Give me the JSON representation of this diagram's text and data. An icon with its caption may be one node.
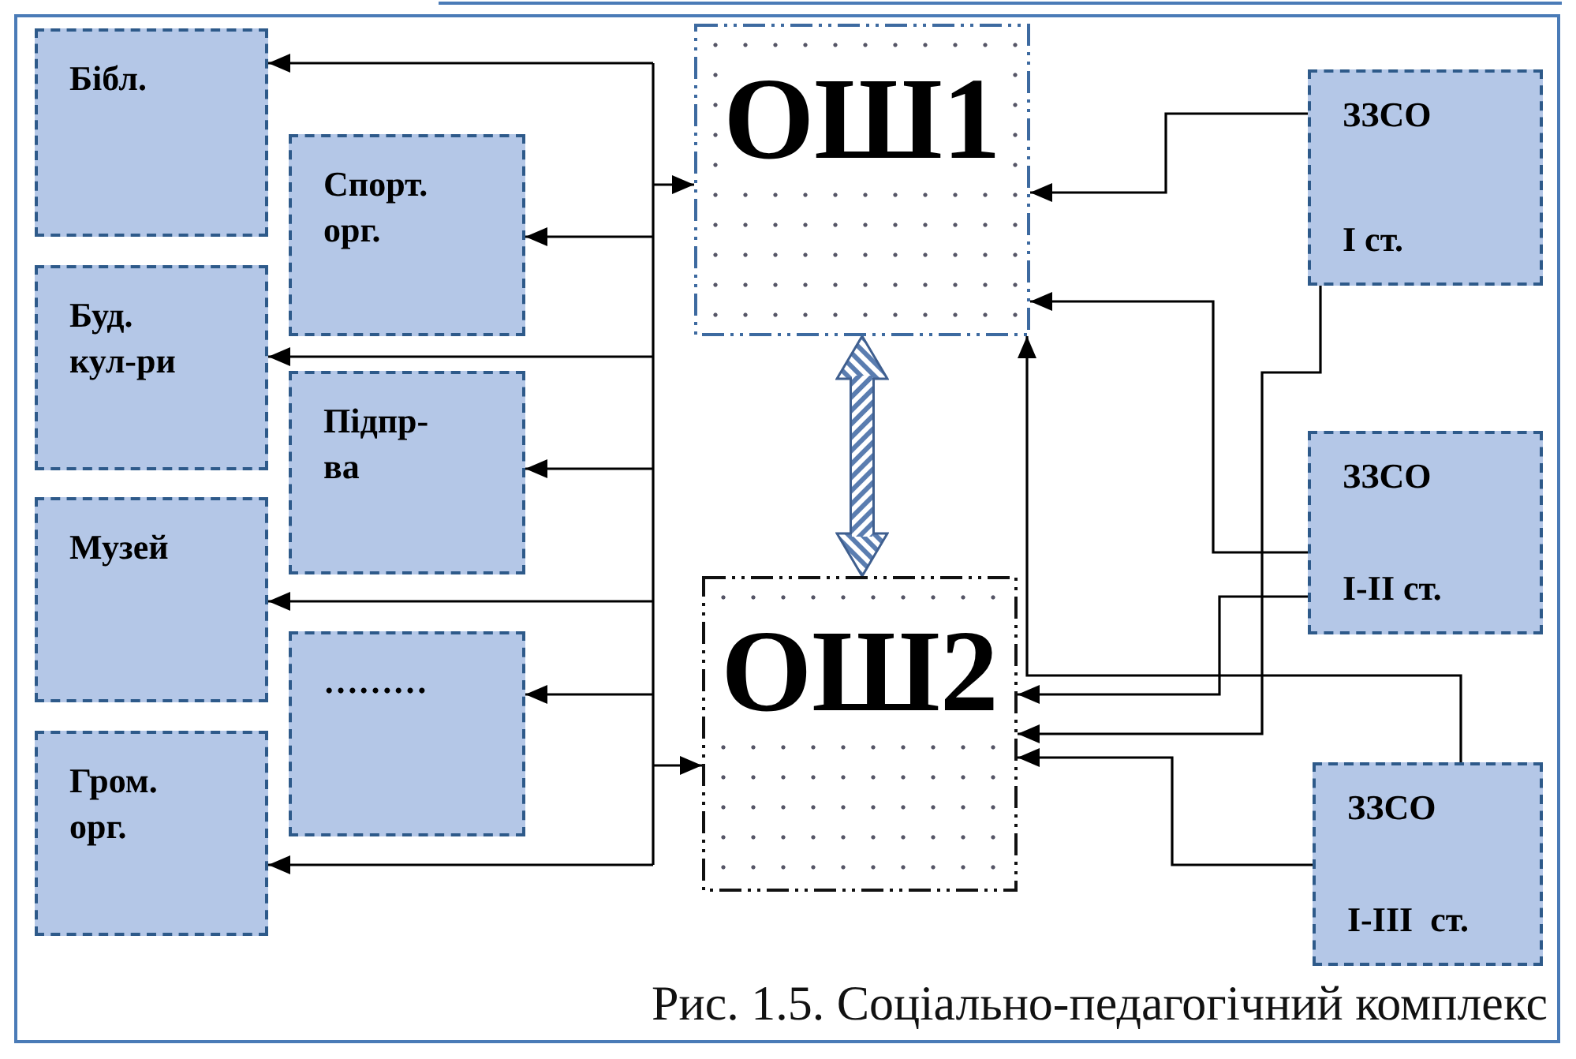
{
  "diagram": {
    "caption": "Рис. 1.5. Соціально-педагогічний комплекс",
    "nodes": [
      {
        "text": [
          "Бібл."
        ]
      },
      {
        "text": [
          "Спорт. орг."
        ]
      },
      {
        "text": [
          "Буд. кул-ри"
        ]
      },
      {
        "text": [
          "Підпр-ва"
        ]
      },
      {
        "text": [
          "Музей"
        ]
      },
      {
        "text": [
          "………"
        ]
      },
      {
        "text": [
          "Гром. орг."
        ]
      },
      {
        "text": [
          "ОШ1"
        ]
      },
      {
        "text": [
          "ОШ2"
        ]
      },
      {
        "text": [
          "ЗЗСО",
          "I ст."
        ]
      },
      {
        "text": [
          "ЗЗСО",
          "I-II ст."
        ]
      },
      {
        "text": [
          "ЗЗСО",
          "I-III  ст."
        ]
      }
    ],
    "edges": [
      {
        "from": null,
        "to": 0,
        "arrow": "to"
      },
      {
        "from": null,
        "to": 7,
        "arrow": "to"
      },
      {
        "from": null,
        "to": 1,
        "arrow": "to"
      },
      {
        "from": null,
        "to": 2,
        "arrow": "to"
      },
      {
        "from": null,
        "to": 3,
        "arrow": "to"
      },
      {
        "from": null,
        "to": 4,
        "arrow": "to"
      },
      {
        "from": null,
        "to": 5,
        "arrow": "to"
      },
      {
        "from": null,
        "to": 8,
        "arrow": "to"
      },
      {
        "from": null,
        "to": 6,
        "arrow": "to"
      },
      {
        "from": 9,
        "to": 7,
        "arrow": "to"
      },
      {
        "from": 10,
        "to": 7,
        "arrow": "to"
      },
      {
        "from": 11,
        "to": 7,
        "arrow": "to"
      },
      {
        "from": 10,
        "to": 8,
        "arrow": "to"
      },
      {
        "from": 9,
        "to": 8,
        "arrow": "to"
      },
      {
        "from": 11,
        "to": 8,
        "arrow": "to"
      },
      {
        "from": 7,
        "to": 8,
        "arrow": "both",
        "style": "thick",
        "color": "#3f5f8f"
      }
    ]
  }
}
